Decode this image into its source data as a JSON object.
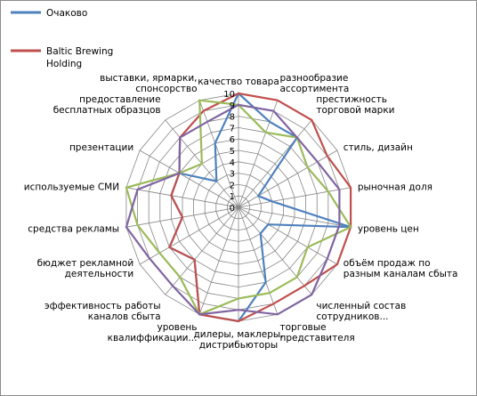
{
  "chart_data": {
    "type": "radar",
    "r_range": [
      0,
      10
    ],
    "ticks": [
      "0",
      "1",
      "2",
      "3",
      "4",
      "5",
      "6",
      "7",
      "8",
      "9",
      "10"
    ],
    "categories": [
      [
        "качество товара"
      ],
      [
        "разнообразие",
        "ассортимента"
      ],
      [
        "престижность",
        "торговой марки"
      ],
      [
        "стиль, дизайн"
      ],
      [
        "рыночная доля"
      ],
      [
        "уровень цен"
      ],
      [
        "объём продаж по",
        "разным каналам сбыта"
      ],
      [
        "численный состав",
        "сотрудников..."
      ],
      [
        "торговые",
        "представителя"
      ],
      [
        "дилеры, маклеры,",
        "дистрибьюторы"
      ],
      [
        "уровень",
        "квалиффикации..."
      ],
      [
        "эффективность работы",
        "каналов сбыта"
      ],
      [
        "бюджет рекламной",
        "деятельности"
      ],
      [
        "средства рекламы"
      ],
      [
        "используемые СМИ"
      ],
      [
        "презентации"
      ],
      [
        "предоставление",
        "бесплатных образцов"
      ],
      [
        "выставки, ярмарки,",
        "спонсорство"
      ]
    ],
    "series": [
      {
        "name": "Очаково",
        "color": "#4f81bd",
        "values": [
          10,
          8,
          8,
          2,
          3,
          10,
          3,
          3,
          7,
          10,
          10,
          6,
          7,
          5,
          6,
          6,
          3,
          6
        ]
      },
      {
        "name": "Baltic Brewing Holding",
        "color": "#c0504d",
        "values": [
          10,
          10,
          10,
          9,
          10,
          10,
          10,
          9,
          9,
          10,
          10,
          6,
          7,
          5,
          6,
          6,
          8,
          9
        ]
      },
      {
        "name": "",
        "color": "#9bbb59",
        "values": [
          9,
          7,
          8,
          7,
          8,
          10,
          7,
          8,
          8,
          8,
          10,
          8,
          8,
          9,
          10,
          6,
          5,
          10
        ]
      },
      {
        "name": "",
        "color": "#8064a2",
        "values": [
          9,
          9,
          8,
          8,
          9,
          9,
          9,
          10,
          10,
          9,
          10,
          9,
          9,
          10,
          9,
          6,
          8,
          8
        ]
      }
    ]
  }
}
